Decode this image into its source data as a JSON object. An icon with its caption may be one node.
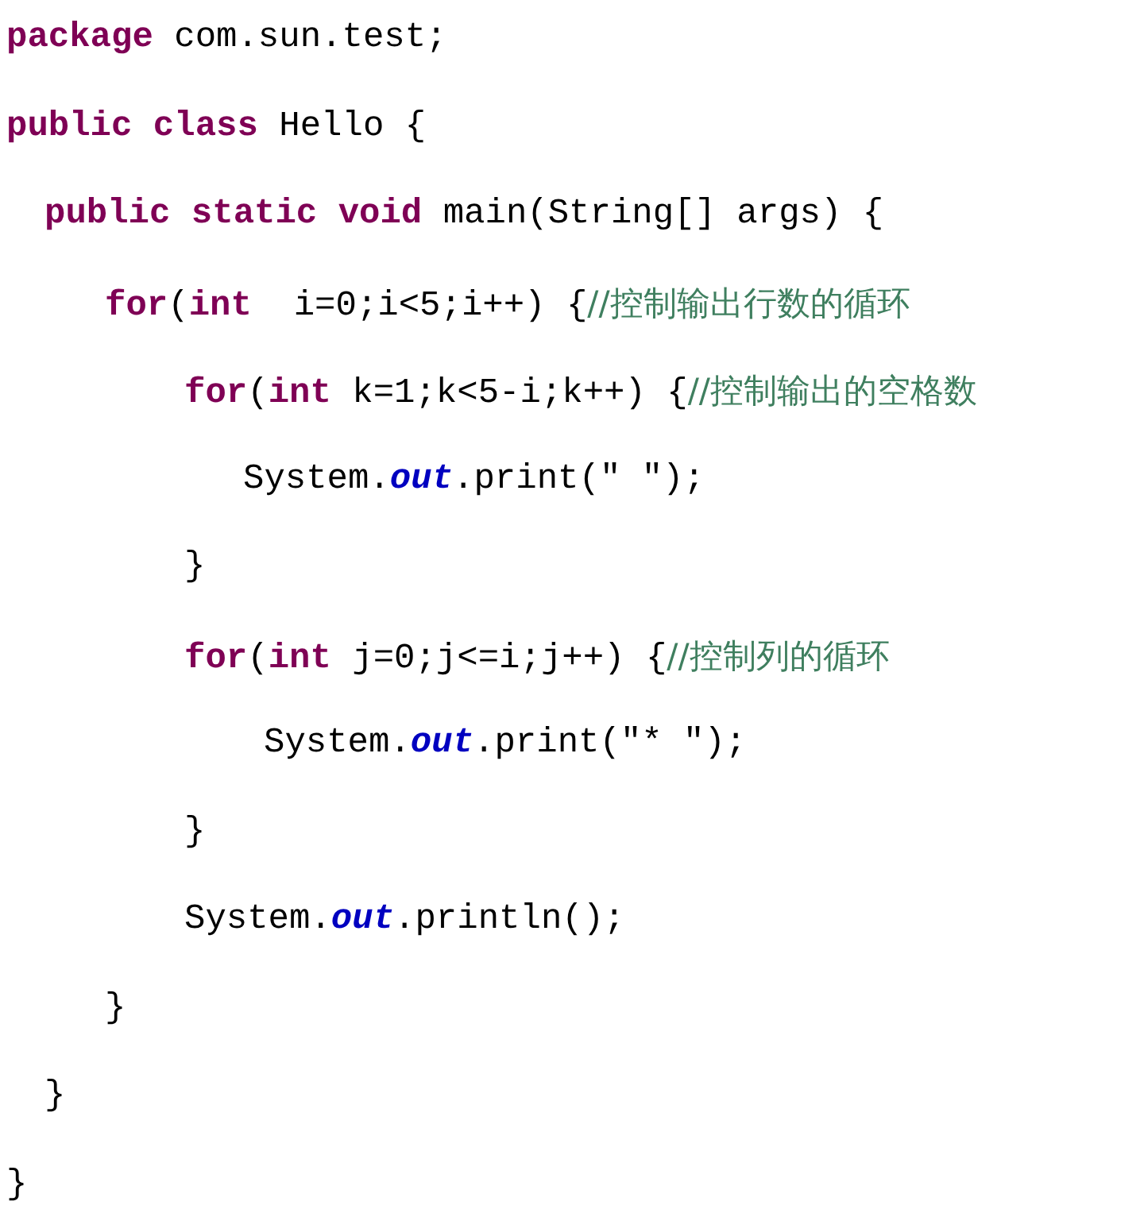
{
  "diagram": {
    "labels": [
      "**package** com.sun.test;",
      "**public class** Hello {",
      "**public static void** main(String[] args) {",
      "**for**(**int**  i=0;i<5;i++) {//控制输出行数的循环",
      "**for**(**int** k=1;k<5-i;k++) {//控制输出的空格数",
      "System.*out*.print(\" \");",
      "}",
      "**for**(**int** j=0;j<=i;j++) {//控制列的循环",
      "System.*out*.print(\"* \");",
      "}",
      "System.*out*.println();",
      "}",
      "}",
      "}"
    ]
  }
}
